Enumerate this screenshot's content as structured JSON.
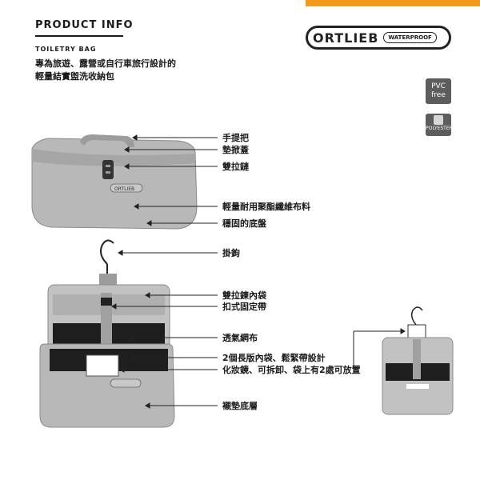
{
  "header": {
    "section_title": "PRODUCT INFO",
    "sub_title": "TOILETRY BAG",
    "desc_line1": "專為旅遊、露營或自行車旅行設計的",
    "desc_line2": "輕量結實盥洗收納包"
  },
  "logo": {
    "brand": "ORTLIEB",
    "tag": "WATERPROOF",
    "bag_label": "ORTLIEB"
  },
  "badges": {
    "pvc_line1": "PVC",
    "pvc_line2": "free",
    "polyester": "POLYESTER"
  },
  "labels": [
    "手提把",
    "墊掀蓋",
    "雙拉鏈",
    "輕量耐用聚酯纖維布料",
    "穩固的底盤",
    "掛鉤",
    "雙拉鍊內袋",
    "扣式固定帶",
    "透氣網布",
    "2個長版內袋、鬆緊帶設計",
    "化妝鏡、可拆卸、袋上有2處可放置",
    "襯墊底層"
  ],
  "colors": {
    "accent": "#f39a1e",
    "bag_gray": "#b8b8b8",
    "mesh_dark": "#222222"
  }
}
